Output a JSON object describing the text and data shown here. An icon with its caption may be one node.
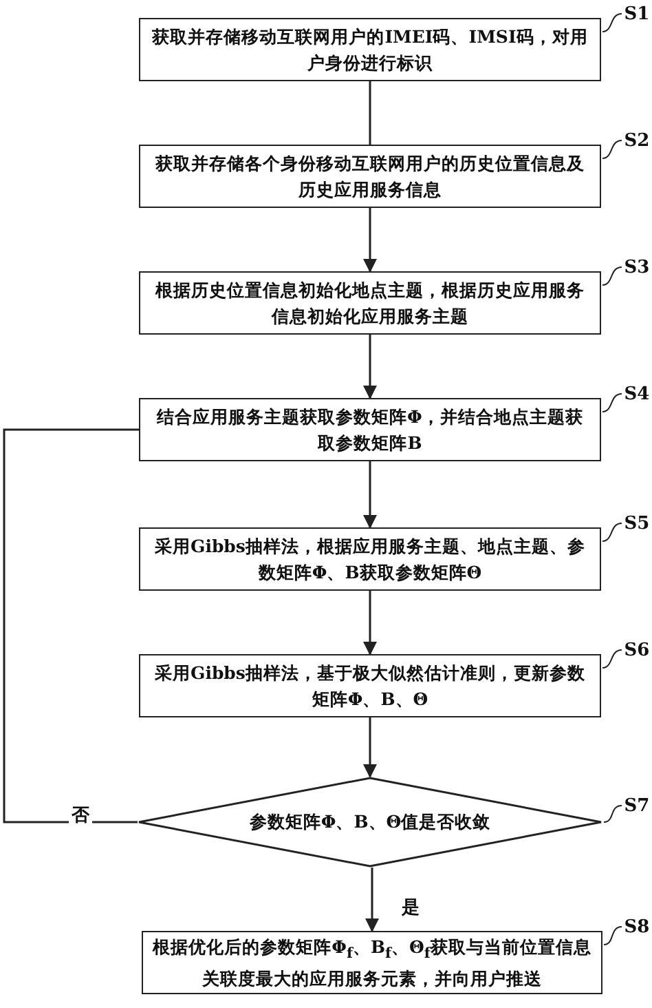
{
  "diagram": {
    "nodes": [
      {
        "text": [
          "获取并存储移动互联网用户的IMEI码、IMSI码，对用户身份进行标识"
        ]
      },
      {
        "text": [
          "获取并存储各个身份移动互联网用户的历史位置信息及历史应用服务信息"
        ]
      },
      {
        "text": [
          "根据历史位置信息初始化地点主题，根据历史应用服务信息初始化应用服务主题"
        ]
      },
      {
        "text": [
          "结合应用服务主题获取参数矩阵Φ，并结合地点主题获取参数矩阵B"
        ]
      },
      {
        "text": [
          "采用Gibbs抽样法，根据应用服务主题、地点主题、参数矩阵Φ、B获取参数矩阵Θ"
        ]
      },
      {
        "text": [
          "采用Gibbs抽样法，基于极大似然估计准则，更新参数矩阵Φ、B、Θ"
        ]
      },
      {
        "text": [
          "参数矩阵Φ、B、Θ值是否收敛"
        ]
      },
      {
        "text": [
          "根据优化后的参数矩阵Φ$_{f}$、B$_{f}$、Θ$_{f}$获取与当前位置信息关联度最大的应用服务元素，并向用户推送"
        ]
      },
      {
        "text": [
          "S1"
        ]
      },
      {
        "text": [
          "S2"
        ]
      },
      {
        "text": [
          "S3"
        ]
      },
      {
        "text": [
          "S4"
        ]
      },
      {
        "text": [
          "S5"
        ]
      },
      {
        "text": [
          "S6"
        ]
      },
      {
        "text": [
          "S7"
        ]
      },
      {
        "text": [
          "S8"
        ]
      }
    ],
    "edges": [
      {
        "from": 0,
        "to": 1,
        "arrow": "none"
      },
      {
        "from": 1,
        "to": 2,
        "arrow": "to"
      },
      {
        "from": 2,
        "to": 3,
        "arrow": "to"
      },
      {
        "from": 3,
        "to": 4,
        "arrow": "to"
      },
      {
        "from": 4,
        "to": 5,
        "arrow": "to"
      },
      {
        "from": 5,
        "to": 6,
        "arrow": "to"
      },
      {
        "from": 6,
        "to": 3,
        "arrow": "none",
        "label": "否"
      },
      {
        "from": 6,
        "to": 7,
        "arrow": "to",
        "label": "是"
      },
      {
        "from": 8,
        "to": 0,
        "arrow": "none"
      },
      {
        "from": 9,
        "to": 1,
        "arrow": "none"
      },
      {
        "from": 10,
        "to": 2,
        "arrow": "none"
      },
      {
        "from": 11,
        "to": 3,
        "arrow": "none"
      },
      {
        "from": 12,
        "to": 4,
        "arrow": "none"
      },
      {
        "from": 13,
        "to": 5,
        "arrow": "none"
      },
      {
        "from": 14,
        "to": 6,
        "arrow": "none"
      },
      {
        "from": 15,
        "to": 7,
        "arrow": "none"
      }
    ]
  }
}
